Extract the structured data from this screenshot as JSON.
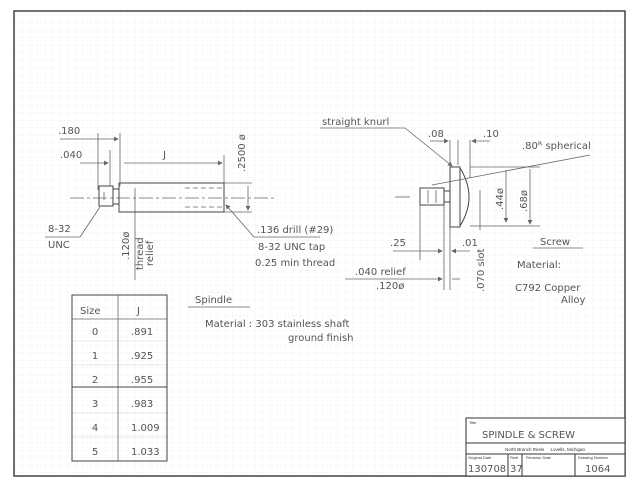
{
  "spindle": {
    "dim_180": ".180",
    "dim_040": ".040",
    "dim_j": "J",
    "dim_2500": ".2500 ø",
    "thread_label_1": "8-32",
    "thread_label_2": "UNC",
    "relief_dia": ".120ø",
    "relief_label_1": "thread",
    "relief_label_2": "relief",
    "drill_1": ".136 drill (#29)",
    "drill_2": "8-32 UNC tap",
    "drill_3": "0.25 min thread",
    "title": "Spindle",
    "material_1": "Material : 303 stainless shaft",
    "material_2": "ground finish"
  },
  "screw": {
    "knurl": "straight knurl",
    "dim_08": ".08",
    "dim_10": ".10",
    "spherical": ".80ᴿ spherical",
    "dim_44": ".44ø",
    "dim_68": ".68ø",
    "dim_25": ".25",
    "dim_01": ".01",
    "relief": ".040 relief",
    "dia_120": ".120ø",
    "slot": ".070 slot",
    "title": "Screw",
    "material_label": "Material:",
    "material_1": "C792 Copper",
    "material_2": "Alloy"
  },
  "size_table": {
    "headers": [
      "Size",
      "J"
    ],
    "rows": [
      [
        "0",
        ".891"
      ],
      [
        "1",
        ".925"
      ],
      [
        "2",
        ".955"
      ],
      [
        "3",
        ".983"
      ],
      [
        "4",
        "1.009"
      ],
      [
        "5",
        "1.033"
      ]
    ]
  },
  "title_block": {
    "title_label": "Title",
    "title": "SPINDLE & SCREW",
    "company": "North Branch Reels     Lovells, Michigan",
    "original_date_label": "Original Date",
    "original_date": "130708",
    "reel_label": "Reel",
    "reel": "37",
    "revision_date_label": "Revision Date",
    "drawing_number_label": "Drawing Number",
    "drawing_number": "1064"
  }
}
